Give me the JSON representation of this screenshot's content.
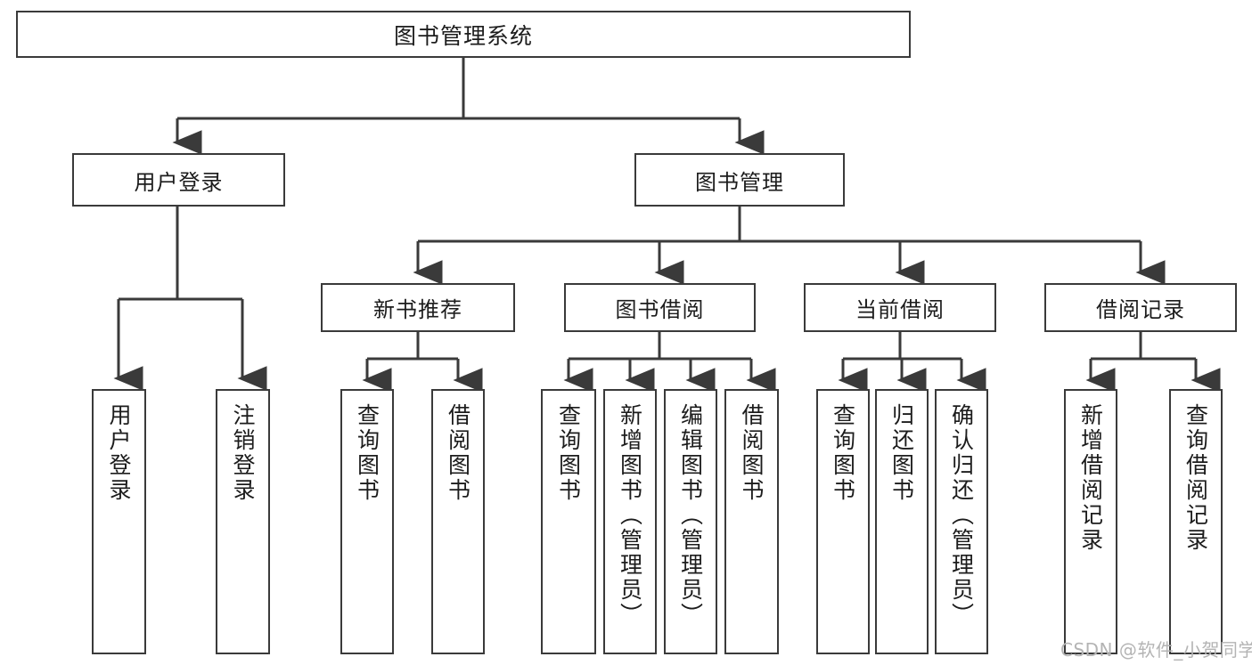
{
  "diagram": {
    "type": "tree-hierarchy",
    "title": "图书管理系统",
    "root": {
      "label": "图书管理系统"
    },
    "level2": [
      {
        "id": "user-login",
        "label": "用户登录"
      },
      {
        "id": "book-manage",
        "label": "图书管理"
      }
    ],
    "level3": [
      {
        "id": "new-book-recommend",
        "label": "新书推荐",
        "parent": "book-manage"
      },
      {
        "id": "book-borrow",
        "label": "图书借阅",
        "parent": "book-manage"
      },
      {
        "id": "current-borrow",
        "label": "当前借阅",
        "parent": "book-manage"
      },
      {
        "id": "borrow-record",
        "label": "借阅记录",
        "parent": "book-manage"
      }
    ],
    "leaves": [
      {
        "id": "leaf-user-login",
        "label": "用户登录",
        "parent": "user-login"
      },
      {
        "id": "leaf-user-logout",
        "label": "注销登录",
        "parent": "user-login"
      },
      {
        "id": "leaf-query-book-1",
        "label": "查询图书",
        "parent": "new-book-recommend"
      },
      {
        "id": "leaf-borrow-book-1",
        "label": "借阅图书",
        "parent": "new-book-recommend"
      },
      {
        "id": "leaf-query-book-2",
        "label": "查询图书",
        "parent": "book-borrow"
      },
      {
        "id": "leaf-add-book",
        "label": "新增图书（管理员）",
        "parent": "book-borrow"
      },
      {
        "id": "leaf-edit-book",
        "label": "编辑图书（管理员）",
        "parent": "book-borrow"
      },
      {
        "id": "leaf-borrow-book-2",
        "label": "借阅图书",
        "parent": "book-borrow"
      },
      {
        "id": "leaf-query-book-3",
        "label": "查询图书",
        "parent": "current-borrow"
      },
      {
        "id": "leaf-return-book",
        "label": "归还图书",
        "parent": "current-borrow"
      },
      {
        "id": "leaf-confirm-return",
        "label": "确认归还（管理员）",
        "parent": "current-borrow"
      },
      {
        "id": "leaf-add-record",
        "label": "新增借阅记录",
        "parent": "borrow-record"
      },
      {
        "id": "leaf-query-record",
        "label": "查询借阅记录",
        "parent": "borrow-record"
      }
    ],
    "colors": {
      "stroke": "#3a3a3a",
      "fill": "#ffffff",
      "text": "#1c1c1c",
      "watermark": "#b4b4b4"
    }
  },
  "watermark": {
    "text": "CSDN @软件_小贺同学"
  }
}
